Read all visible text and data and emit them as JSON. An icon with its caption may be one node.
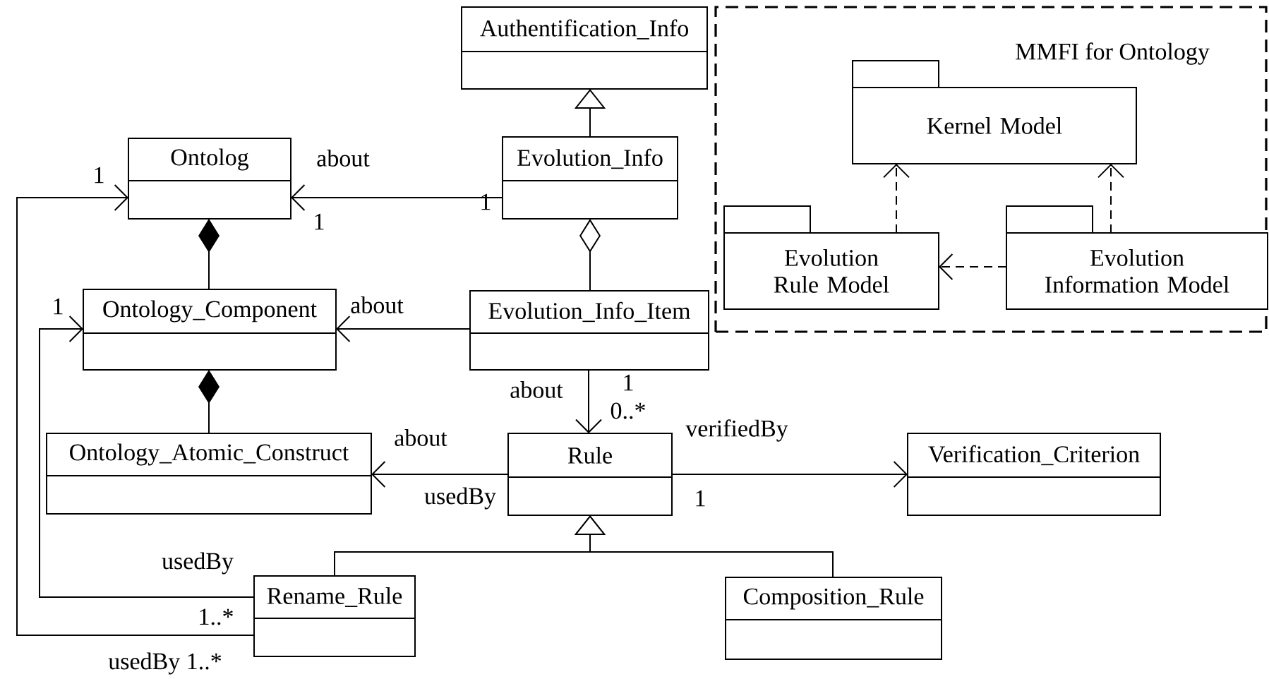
{
  "diagram": {
    "nodes": [
      {
        "text": [
          "Authentification_Info"
        ]
      },
      {
        "text": [
          "MMFI for Ontology"
        ]
      },
      {
        "text": [
          "Kernel Model"
        ],
        "in": 1
      },
      {
        "text": [
          "Evolution Rule Model"
        ],
        "in": 1
      },
      {
        "text": [
          "Evolution Information Model"
        ],
        "in": 1
      },
      {
        "text": [
          "Ontolog"
        ]
      },
      {
        "text": [
          "Evolution_Info"
        ]
      },
      {
        "text": [
          "Ontology_Component"
        ]
      },
      {
        "text": [
          "Evolution_Info_Item"
        ]
      },
      {
        "text": [
          "Ontology_Atomic_Construct"
        ]
      },
      {
        "text": [
          "Rule"
        ]
      },
      {
        "text": [
          "Verification_Criterion"
        ]
      },
      {
        "text": [
          "Rename_Rule"
        ]
      },
      {
        "text": [
          "Composition_Rule"
        ]
      }
    ],
    "edges": [
      {
        "from": 6,
        "to": 0,
        "arrow": "to"
      },
      {
        "from": 6,
        "to": 5,
        "arrow": "to",
        "label": "about"
      },
      {
        "from": 7,
        "to": 5,
        "arrow": "other"
      },
      {
        "from": 8,
        "to": 6,
        "arrow": "other"
      },
      {
        "from": 8,
        "to": 7,
        "arrow": "to",
        "label": "about"
      },
      {
        "from": 9,
        "to": 7,
        "arrow": "other"
      },
      {
        "from": 8,
        "to": 10,
        "arrow": "to",
        "label": "about"
      },
      {
        "from": 10,
        "to": 9,
        "arrow": "to",
        "label": "about"
      },
      {
        "from": 10,
        "to": 11,
        "arrow": "to",
        "label": "verifiedBy"
      },
      {
        "from": 12,
        "to": 10,
        "arrow": "to"
      },
      {
        "from": 13,
        "to": 10,
        "arrow": "to"
      },
      {
        "from": 12,
        "to": 7,
        "arrow": "to",
        "label": "usedBy"
      },
      {
        "from": 12,
        "to": 5,
        "arrow": "to",
        "label": "usedBy 1..*"
      },
      {
        "from": 3,
        "to": 2,
        "arrow": "to",
        "style": "dashed"
      },
      {
        "from": 4,
        "to": 2,
        "arrow": "to",
        "style": "dashed"
      },
      {
        "from": 4,
        "to": 3,
        "arrow": "to",
        "style": "dashed"
      }
    ],
    "labels": [
      "1",
      "1",
      "1",
      "1",
      "1",
      "0..*",
      "usedBy",
      "1",
      "1..*"
    ]
  }
}
